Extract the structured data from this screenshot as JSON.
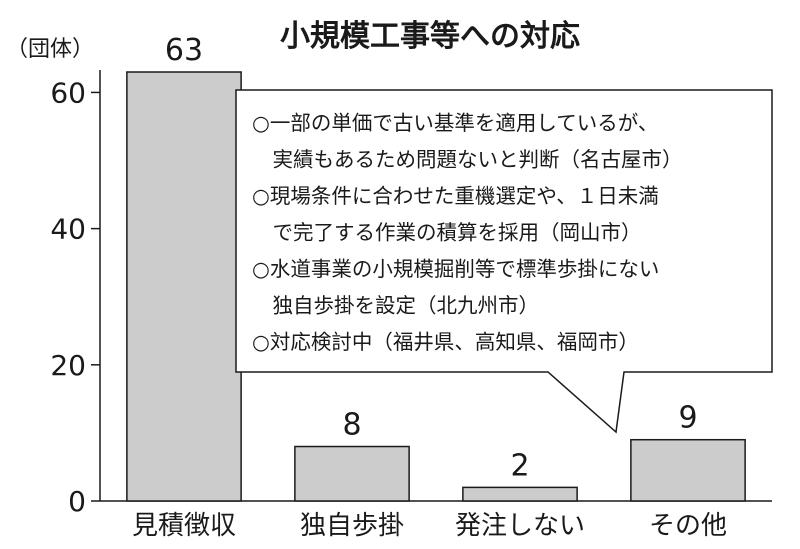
{
  "chart_data": {
    "type": "bar",
    "title": "小規模工事等への対応",
    "unit_label": "（団体）",
    "categories": [
      "見積徴収",
      "独自歩掛",
      "発注しない",
      "その他"
    ],
    "values": [
      63,
      8,
      2,
      9
    ],
    "data_labels": [
      "63",
      "8",
      "2",
      "9"
    ],
    "ylim": [
      0,
      63
    ],
    "yticks": [
      0,
      20,
      40,
      60
    ],
    "ytick_labels": [
      "0",
      "20",
      "40",
      "60"
    ],
    "grid": false,
    "bar_color": "#cccccc",
    "annotation": {
      "points_to": "その他",
      "lines": [
        "○一部の単価で古い基準を適用しているが、",
        "　実績もあるため問題ないと判断（名古屋市）",
        "○現場条件に合わせた重機選定や、１日未満",
        "　で完了する作業の積算を採用（岡山市）",
        "○水道事業の小規模掘削等で標準歩掛にない",
        "　独自歩掛を設定（北九州市）",
        "○対応検討中（福井県、高知県、福岡市）"
      ]
    }
  }
}
